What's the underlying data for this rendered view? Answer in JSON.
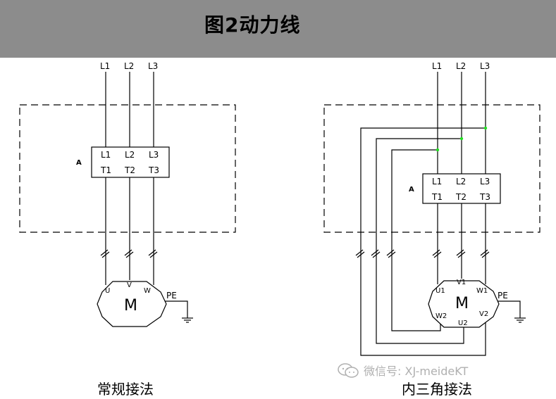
{
  "header": {
    "title": "图2动力线"
  },
  "left": {
    "supply": [
      "L1",
      "L2",
      "L3"
    ],
    "block_top": [
      "L1",
      "L2",
      "L3"
    ],
    "block_bottom": [
      "T1",
      "T2",
      "T3"
    ],
    "block_marker": "A",
    "motor_label": "M",
    "motor_terminals": [
      "U",
      "V",
      "W"
    ],
    "pe_label": "PE",
    "caption": "常规接法"
  },
  "right": {
    "supply": [
      "L1",
      "L2",
      "L3"
    ],
    "block_top": [
      "L1",
      "L2",
      "L3"
    ],
    "block_bottom": [
      "T1",
      "T2",
      "T3"
    ],
    "block_marker": "A",
    "motor_label": "M",
    "motor_terminals": [
      "U1",
      "V1",
      "W1",
      "W2",
      "U2",
      "V2"
    ],
    "pe_label": "PE",
    "caption": "内三角接法"
  },
  "watermark": {
    "text": "微信号: XJ-meideKT"
  },
  "colors": {
    "header_bg": "#8c8c8c",
    "junction": "#22dd22",
    "line": "#000000",
    "watermark": "#b0b0b0"
  }
}
